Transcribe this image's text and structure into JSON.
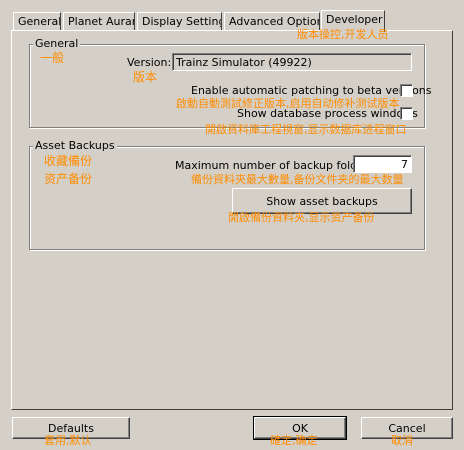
{
  "tabs": [
    {
      "label": "General"
    },
    {
      "label": "Planet Auran"
    },
    {
      "label": "Display Settings"
    },
    {
      "label": "Advanced Options"
    },
    {
      "label": "Developer"
    }
  ],
  "annotations": {
    "developer_tab": "版本操控,开发人员",
    "general_group": "一般",
    "version": "版本",
    "beta_patching": "啟動自動測試修正版本,启用自动修补测试版本",
    "db_windows": "開啟資料庫工程視窗,显示数据库进程窗口",
    "asset_backups_trad": "收藏備份",
    "asset_backups_simp": "资产备份",
    "max_backup": "備份資料夾最大數量,备份文件夹的最大数量",
    "show_backups": "開啟備份資料夾,显示资产备份",
    "defaults": "套用,默认",
    "ok": "確定,确定",
    "cancel": "取消"
  },
  "general": {
    "title": "General",
    "version_label": "Version:",
    "version_value": "Trainz Simulator (49922)",
    "beta_patching_label": "Enable automatic patching to beta versions",
    "db_windows_label": "Show database process windows"
  },
  "asset_backups": {
    "title": "Asset Backups",
    "max_label": "Maximum number of backup folders:",
    "max_value": "7",
    "show_button": "Show asset backups"
  },
  "buttons": {
    "defaults": "Defaults",
    "ok": "OK",
    "cancel": "Cancel"
  }
}
